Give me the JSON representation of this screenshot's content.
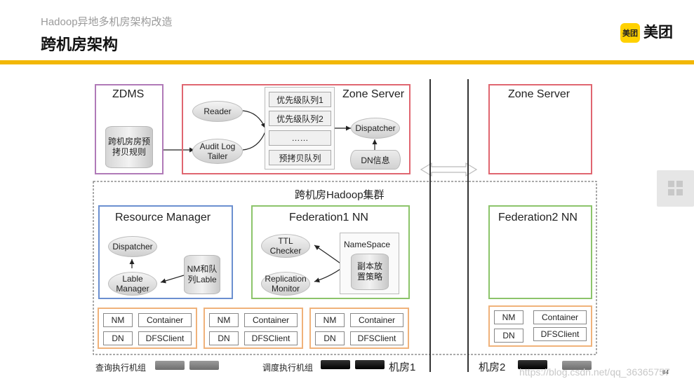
{
  "header": {
    "subtitle": "Hadoop异地多机房架构改造",
    "title": "跨机房架构",
    "logo_badge": "美团",
    "logo_text": "美团"
  },
  "colors": {
    "accent_bar": "#f2b705",
    "zdms_border": "#b07ab8",
    "zone_border": "#e06670",
    "rm_border": "#6b8fd0",
    "fed_border": "#8cc46a",
    "nm_border": "#f0b27a"
  },
  "zdms": {
    "label": "ZDMS",
    "store": "跨机房房预拷贝规则"
  },
  "zone_server_left": {
    "label": "Zone Server",
    "reader": "Reader",
    "audit_log": "Audit Log Tailer",
    "queues": [
      "优先级队列1",
      "优先级队列2",
      "……",
      "预拷贝队列"
    ],
    "dispatcher": "Dispatcher",
    "dn_info": "DN信息"
  },
  "zone_server_right": {
    "label": "Zone Server"
  },
  "cluster": {
    "label": "跨机房Hadoop集群"
  },
  "resource_manager": {
    "label": "Resource Manager",
    "dispatcher": "Dispatcher",
    "lable_manager": "Lable Manager",
    "nm_store": "NM和队列Lable"
  },
  "federation1": {
    "label": "Federation1 NN",
    "ttl": "TTL Checker",
    "replication": "Replication Monitor",
    "namespace": "NameSpace",
    "policy": "副本放置策略"
  },
  "federation2": {
    "label": "Federation2 NN"
  },
  "node_groups": [
    {
      "nm": "NM",
      "container": "Container",
      "dn": "DN",
      "dfsclient": "DFSClient"
    },
    {
      "nm": "NM",
      "container": "Container",
      "dn": "DN",
      "dfsclient": "DFSClient"
    },
    {
      "nm": "NM",
      "container": "Container",
      "dn": "DN",
      "dfsclient": "DFSClient"
    },
    {
      "nm": "NM",
      "container": "Container",
      "dn": "DN",
      "dfsclient": "DFSClient"
    }
  ],
  "footer": {
    "query_group": "查询执行机组",
    "schedule_group": "调度执行机组",
    "room1": "机房1",
    "room2": "机房2",
    "watermark": "https://blog.csdn.net/qq_36365757",
    "page_num": "84"
  },
  "icons": {
    "zdms_store": "database-cylinder-icon",
    "dn_info": "database-cylinder-icon",
    "bidirectional": "double-arrow-icon",
    "server": "server-rack-icon"
  }
}
